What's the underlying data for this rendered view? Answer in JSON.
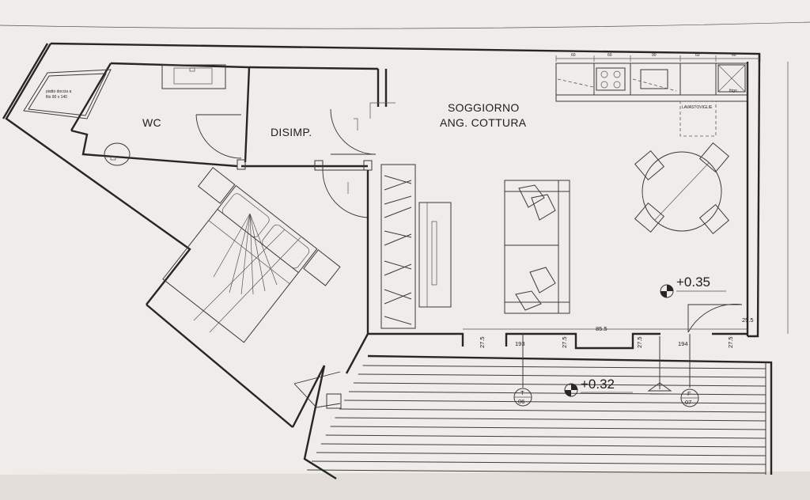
{
  "rooms": {
    "wc": "WC",
    "disimpegno": "DISIMP.",
    "soggiorno_line1": "SOGGIORNO",
    "soggiorno_line2": "ANG. COTTURA"
  },
  "elevations": {
    "interior": "+0.35",
    "terrace": "+0.32"
  },
  "dimensions": {
    "pier_1": "27.5",
    "pier_2": "27.5",
    "pier_3": "27.5",
    "pier_4": "27.5",
    "window_left": "193",
    "opening_mid": "85.5",
    "window_right": "194",
    "corner": "25.5"
  },
  "kitchen_module_widths": [
    "60",
    "60",
    "90",
    "60",
    "60"
  ],
  "appliance_labels": {
    "dishwasher": "LAVASTOVIGLIE",
    "fridge": "frigo"
  },
  "shower_note": "piatto doccia a filo 90 x 140",
  "window_tags": {
    "left": {
      "letter": "T",
      "number": "06"
    },
    "right": {
      "letter": "F",
      "number": "07"
    }
  },
  "colors": {
    "paper": "#efece9",
    "ink": "#262626",
    "background": "#d9d4d0"
  }
}
